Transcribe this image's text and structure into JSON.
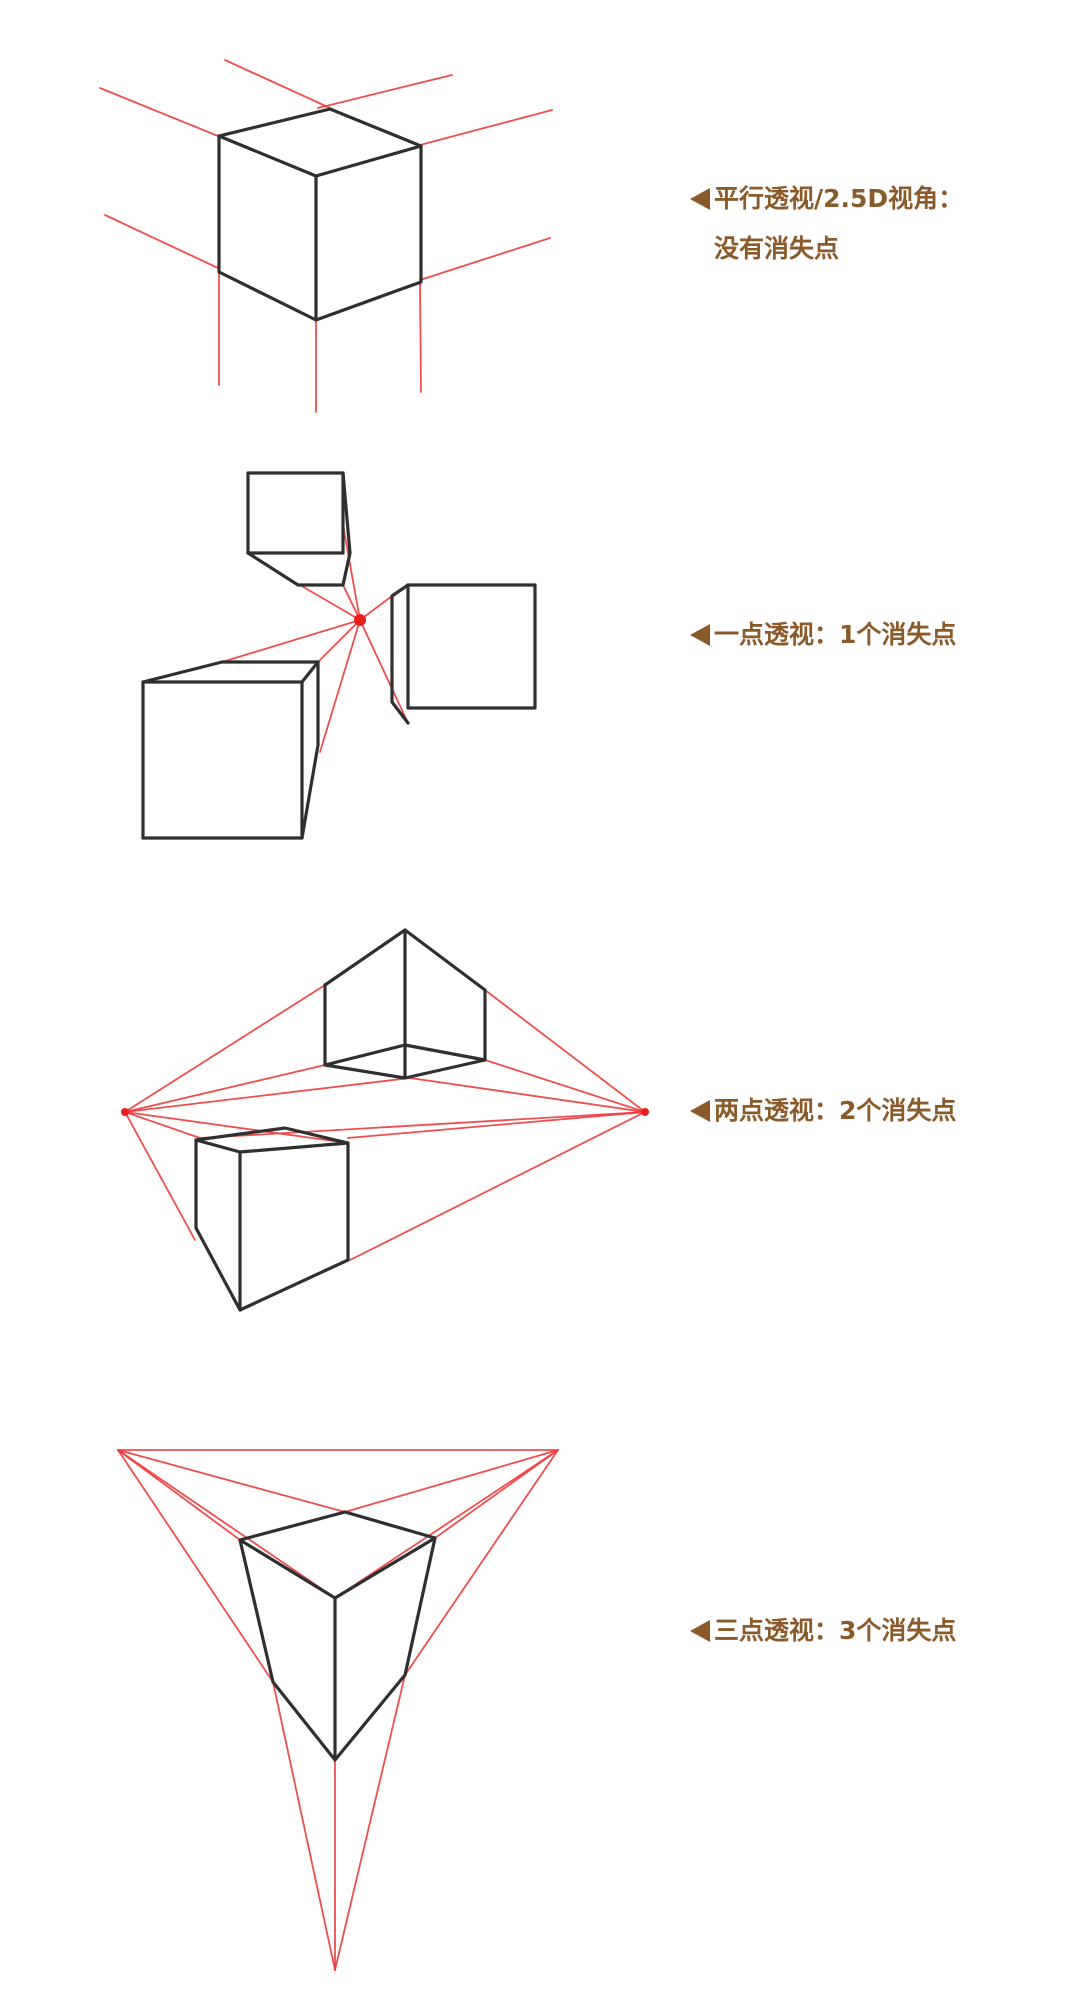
{
  "colors": {
    "caption": "#8b5a2b",
    "construction_lines": "#ec3b3b",
    "cube_edges": "#2f2f2f",
    "background": "#ffffff"
  },
  "panels": [
    {
      "id": "parallel",
      "icon": "left-pointer-icon",
      "caption_line1": "平行透视/2.5D视角：",
      "caption_line2": "没有消失点"
    },
    {
      "id": "one-point",
      "icon": "left-pointer-icon",
      "caption_line1": "一点透视：1个消失点"
    },
    {
      "id": "two-point",
      "icon": "left-pointer-icon",
      "caption_line1": "两点透视：2个消失点"
    },
    {
      "id": "three-point",
      "icon": "left-pointer-icon",
      "caption_line1": "三点透视：3个消失点"
    }
  ]
}
